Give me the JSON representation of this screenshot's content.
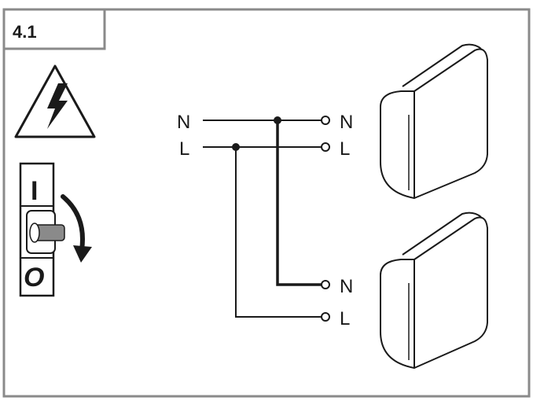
{
  "step_label": "4.1",
  "switch": {
    "on_label": "I",
    "off_label": "O"
  },
  "supply": {
    "neutral_label": "N",
    "live_label": "L"
  },
  "heaters": [
    {
      "neutral_label": "N",
      "live_label": "L"
    },
    {
      "neutral_label": "N",
      "live_label": "L"
    }
  ],
  "icons": [
    "high-voltage-warning-icon",
    "circuit-breaker-icon",
    "rotate-off-arrow-icon"
  ],
  "colors": {
    "stroke": "#1a1a1a",
    "frame": "#8a8a8a",
    "background": "#ffffff"
  }
}
